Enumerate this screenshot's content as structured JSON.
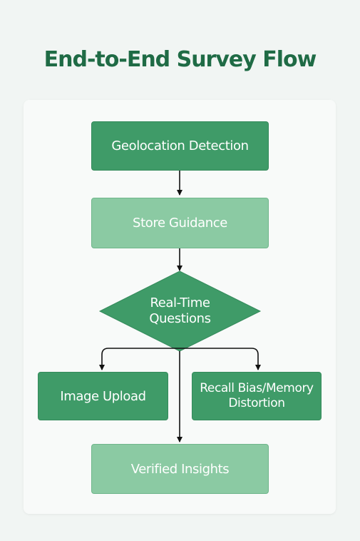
{
  "title": "End-to-End Survey Flow",
  "nodes": {
    "geolocation": "Geolocation Detection",
    "store_guidance": "Store Guidance",
    "questions_line1": "Real-Time",
    "questions_line2": "Questions",
    "image_upload": "Image Upload",
    "recall_line1": "Recall Bias/Memory",
    "recall_line2": "Distortion",
    "verified": "Verified Insights"
  },
  "colors": {
    "title": "#1f6b45",
    "dark_node": "#3f9b68",
    "light_node": "#8bcaa3",
    "arrow": "#111111"
  }
}
